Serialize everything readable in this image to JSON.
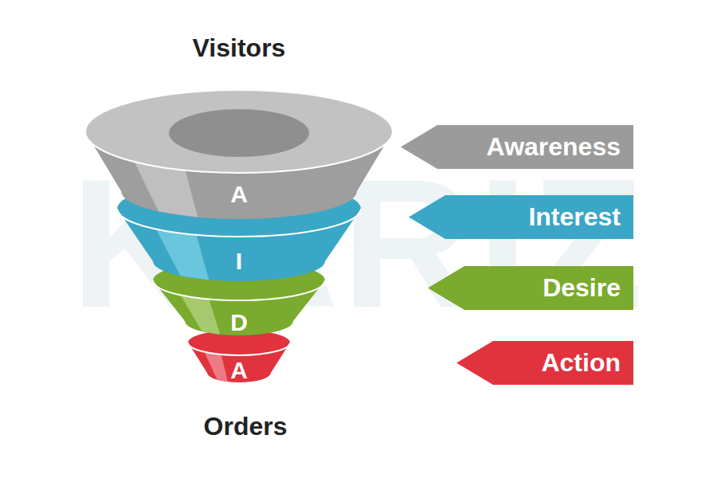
{
  "diagram": {
    "nodes": [
      {
        "text": [
          "A"
        ]
      },
      {
        "text": [
          "I"
        ]
      },
      {
        "text": [
          "D"
        ]
      },
      {
        "text": [
          "A"
        ]
      },
      {
        "text": [
          "Awareness"
        ]
      },
      {
        "text": [
          "Interest"
        ]
      },
      {
        "text": [
          "Desire"
        ]
      },
      {
        "text": [
          "Action"
        ]
      }
    ],
    "labels": [
      "Visitors",
      "Orders",
      "KARIZ"
    ]
  }
}
